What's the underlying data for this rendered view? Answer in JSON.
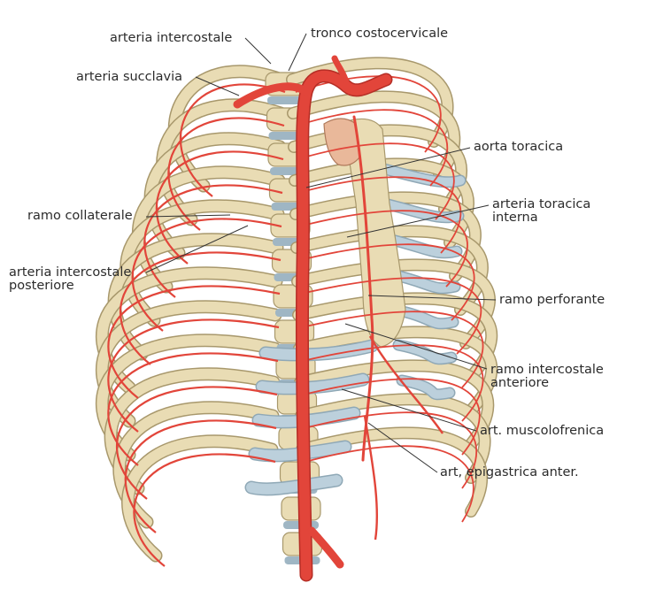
{
  "labels": {
    "arteria_intercostale": "arteria intercostale",
    "tronco_costocervicale": "tronco costocervicale",
    "arteria_succlavia": "arteria succlavia",
    "aorta_toracica": "aorta toracica",
    "arteria_toracica_interna_1": "arteria toracica",
    "arteria_toracica_interna_2": "interna",
    "ramo_collaterale": "ramo collaterale",
    "arteria_intercostale_posteriore_1": "arteria intercostale",
    "arteria_intercostale_posteriore_2": "posteriore",
    "ramo_perforante": "ramo perforante",
    "ramo_intercostale_anteriore_1": "ramo intercostale",
    "ramo_intercostale_anteriore_2": "anteriore",
    "art_muscolofrenica": "art. muscolofrenica",
    "art_epigastrica_anter": "art, epigastrica anter."
  },
  "colors": {
    "bone": "#e9dcb4",
    "bone_outline": "#a8986c",
    "cartilage": "#bcd0dc",
    "artery": "#e2453a",
    "artery_dark": "#b52e26",
    "leader": "#333333"
  }
}
